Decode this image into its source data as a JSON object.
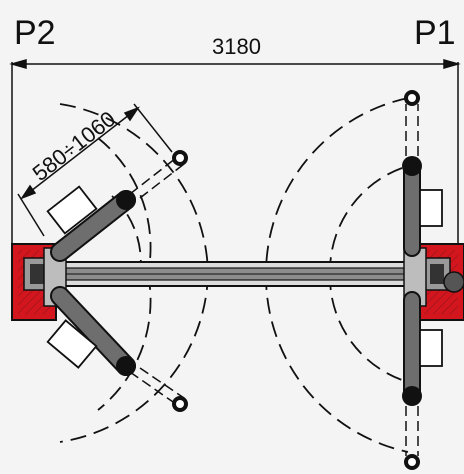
{
  "labels": {
    "post_left": "P2",
    "post_right": "P1",
    "overall_width": "3180",
    "arm_range": "580÷1060"
  },
  "colors": {
    "background": "#f4f4f4",
    "line": "#111111",
    "post_red": "#d3161e",
    "arm_grey": "#6e6e6e",
    "beam_grey": "#8c8c8c"
  }
}
